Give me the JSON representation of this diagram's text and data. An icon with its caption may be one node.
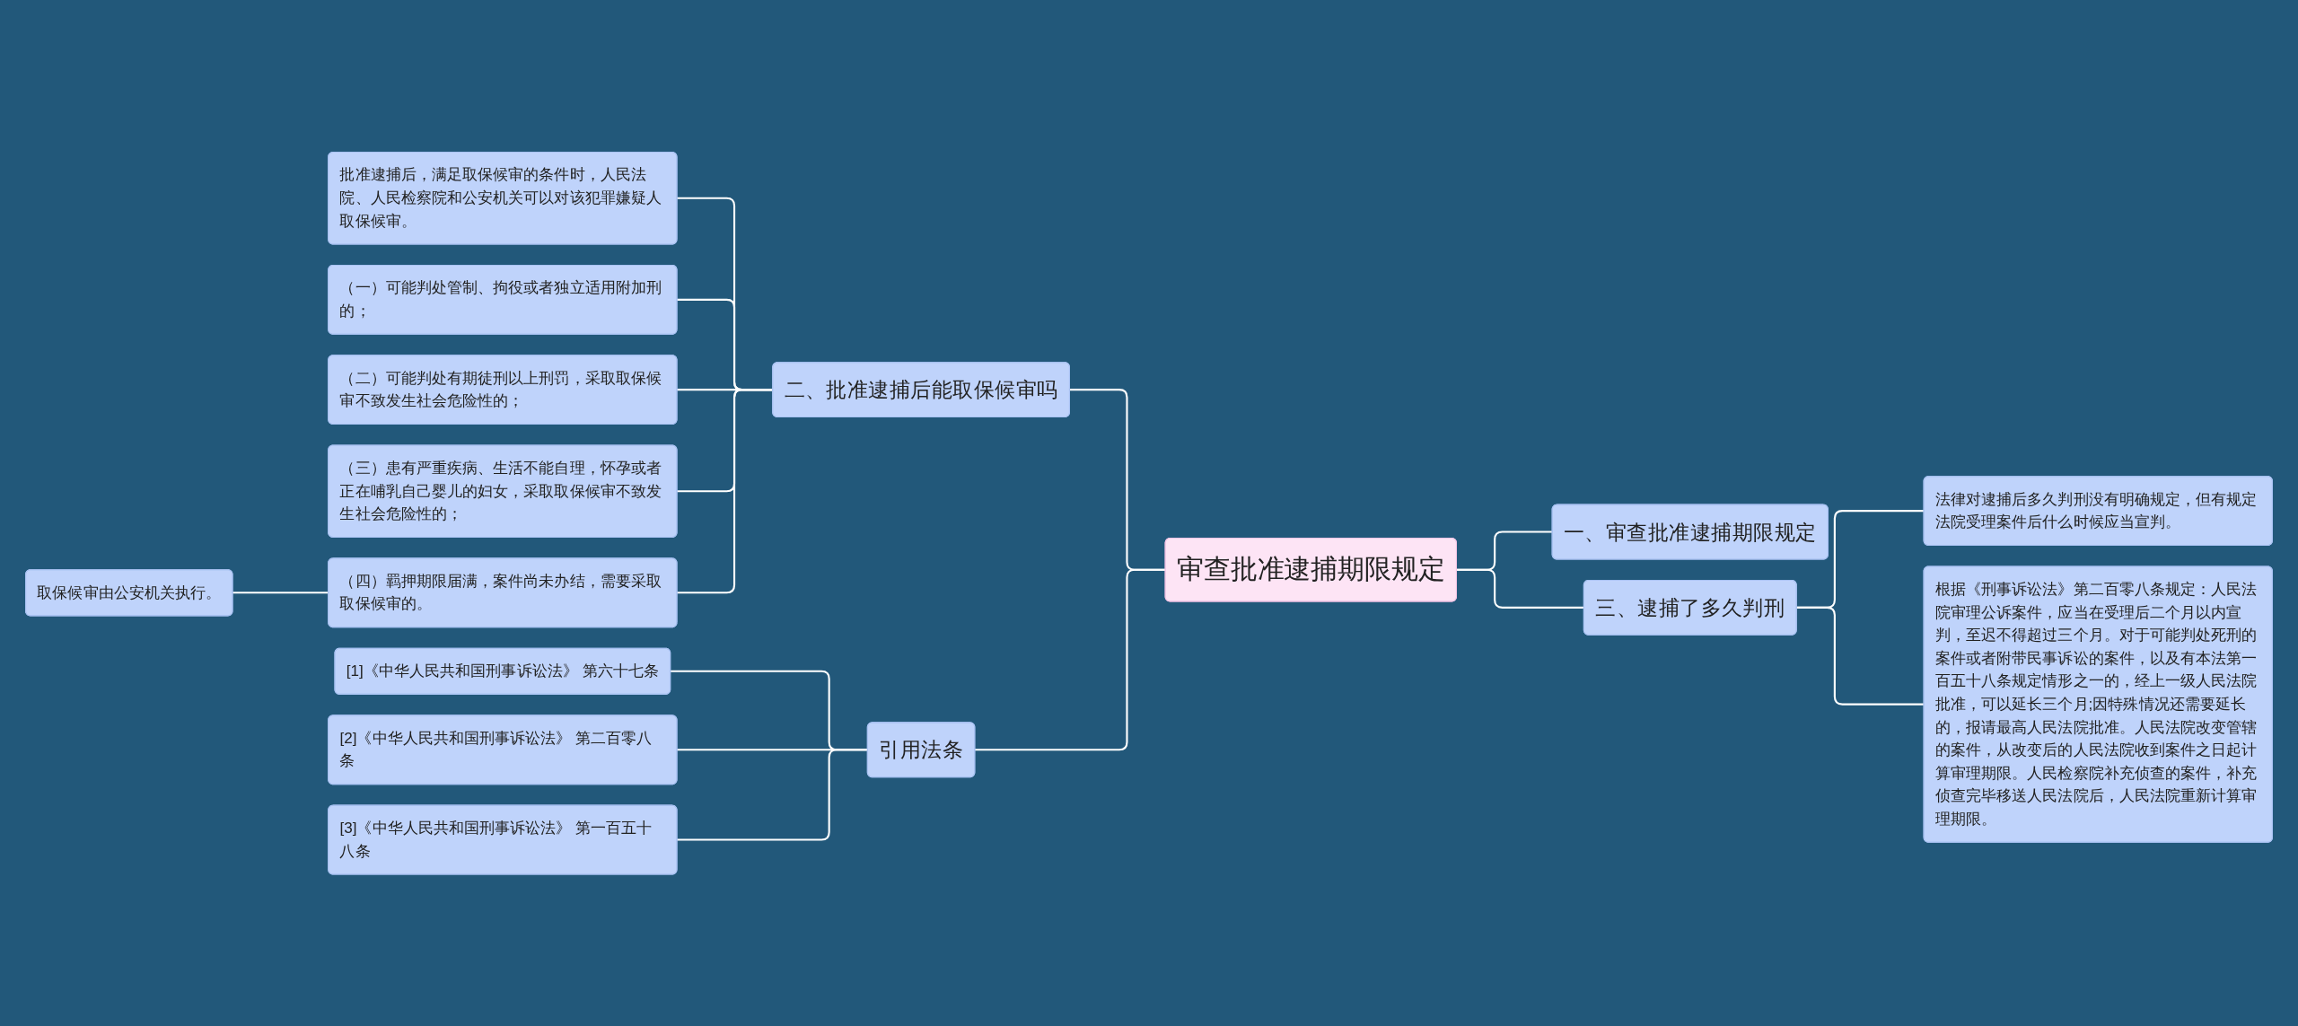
{
  "diagram": {
    "nodes": [
      {
        "text": [
          "审查批准逮捕期限规定"
        ]
      },
      {
        "text": [
          "一、审查批准逮捕期限规定"
        ]
      },
      {
        "text": [
          "三、逮捕了多久判刑"
        ]
      },
      {
        "text": [
          "法律对逮捕后多久判刑没有明确规定，但有规定法院受理案件后什么时候应当宣判。"
        ]
      },
      {
        "text": [
          "根据《刑事诉讼法》第二百零八条规定：人民法院审理公诉案件，应当在受理后二个月以内宣判，至迟不得超过三个月。对于可能判处死刑的案件或者附带民事诉讼的案件，以及有本法第一百五十八条规定情形之一的，经上一级人民法院批准，可以延长三个月;因特殊情况还需要延长的，报请最高人民法院批准。人民法院改变管辖的案件，从改变后的人民法院收到案件之日起计算审理期限。人民检察院补充侦查的案件，补充侦查完毕移送人民法院后，人民法院重新计算审理期限。"
        ]
      },
      {
        "text": [
          "二、批准逮捕后能取保候审吗"
        ]
      },
      {
        "text": [
          "批准逮捕后，满足取保候审的条件时，人民法院、人民检察院和公安机关可以对该犯罪嫌疑人取保候审。"
        ]
      },
      {
        "text": [
          "（一）可能判处管制、拘役或者独立适用附加刑的；"
        ]
      },
      {
        "text": [
          "（二）可能判处有期徒刑以上刑罚，采取取保候审不致发生社会危险性的；"
        ]
      },
      {
        "text": [
          "（三）患有严重疾病、生活不能自理，怀孕或者正在哺乳自己婴儿的妇女，采取取保候审不致发生社会危险性的；"
        ]
      },
      {
        "text": [
          "（四）羁押期限届满，案件尚未办结，需要采取取保候审的。"
        ]
      },
      {
        "text": [
          "取保候审由公安机关执行。"
        ]
      },
      {
        "text": [
          "引用法条"
        ]
      },
      {
        "text": [
          "[1]《中华人民共和国刑事诉讼法》 第六十七条"
        ]
      },
      {
        "text": [
          "[2]《中华人民共和国刑事诉讼法》 第二百零八条"
        ]
      },
      {
        "text": [
          "[3]《中华人民共和国刑事诉讼法》 第一百五十八条"
        ]
      }
    ],
    "edges": [
      {
        "from": 0,
        "to": 1,
        "arrow": "none"
      },
      {
        "from": 0,
        "to": 2,
        "arrow": "none"
      },
      {
        "from": 2,
        "to": 3,
        "arrow": "none"
      },
      {
        "from": 2,
        "to": 4,
        "arrow": "none"
      },
      {
        "from": 5,
        "to": 0,
        "arrow": "none"
      },
      {
        "from": 6,
        "to": 5,
        "arrow": "none"
      },
      {
        "from": 7,
        "to": 5,
        "arrow": "none"
      },
      {
        "from": 8,
        "to": 5,
        "arrow": "none"
      },
      {
        "from": 9,
        "to": 5,
        "arrow": "none"
      },
      {
        "from": 10,
        "to": 5,
        "arrow": "none"
      },
      {
        "from": 11,
        "to": 10,
        "arrow": "none"
      },
      {
        "from": 12,
        "to": 0,
        "arrow": "none"
      },
      {
        "from": 13,
        "to": 12,
        "arrow": "none"
      },
      {
        "from": 14,
        "to": 12,
        "arrow": "none"
      },
      {
        "from": 15,
        "to": 12,
        "arrow": "none"
      }
    ]
  }
}
